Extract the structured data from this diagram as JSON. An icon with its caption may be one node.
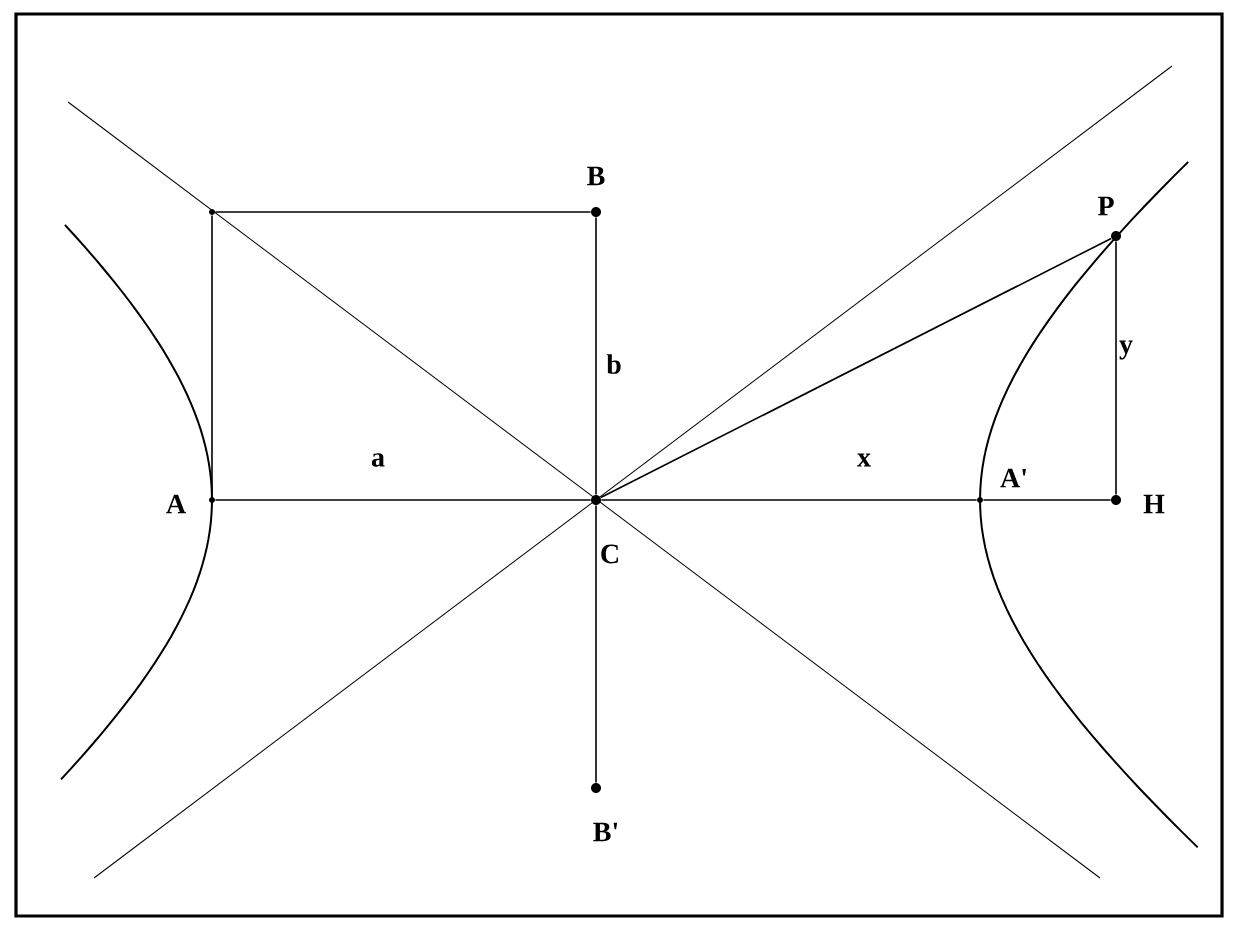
{
  "diagram": {
    "nodes": [
      {
        "text": [
          "B"
        ]
      },
      {
        "text": [],
        "shape": "dot"
      },
      {
        "text": [
          "P"
        ]
      },
      {
        "text": [
          "A"
        ]
      },
      {
        "text": [
          "A'"
        ]
      },
      {
        "text": [
          "H"
        ]
      },
      {
        "text": [
          "C"
        ]
      },
      {
        "text": [
          "B'"
        ]
      }
    ],
    "edges": [
      {
        "from": 1,
        "to": 0,
        "arrow": "none"
      },
      {
        "from": 1,
        "to": 3,
        "arrow": "none"
      },
      {
        "from": 0,
        "to": 6,
        "arrow": "none",
        "label": "b"
      },
      {
        "from": 6,
        "to": 7,
        "arrow": "none"
      },
      {
        "from": 3,
        "to": 6,
        "arrow": "none",
        "label": "a"
      },
      {
        "from": 6,
        "to": 4,
        "arrow": "none",
        "label": "x"
      },
      {
        "from": 4,
        "to": 5,
        "arrow": "none"
      },
      {
        "from": 2,
        "to": 5,
        "arrow": "none",
        "label": "y"
      },
      {
        "from": 6,
        "to": 2,
        "arrow": "none"
      }
    ]
  }
}
